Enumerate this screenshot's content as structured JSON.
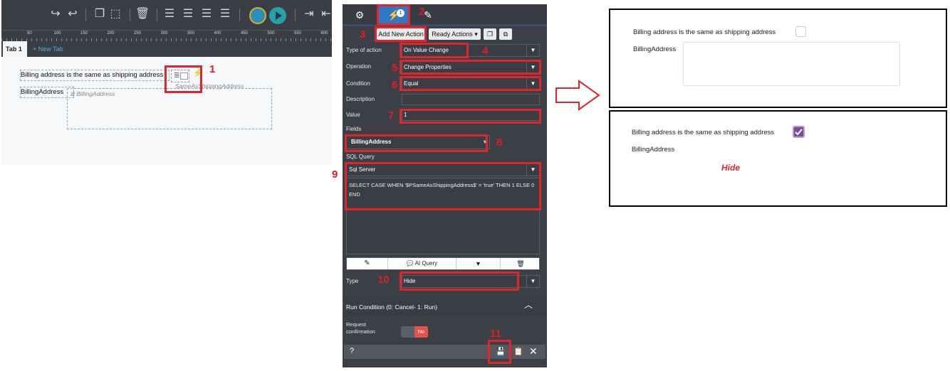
{
  "designer": {
    "ruler_ticks": [
      "50",
      "100",
      "150",
      "200",
      "250",
      "300",
      "350",
      "400",
      "450",
      "500",
      "550",
      "600"
    ],
    "tab_active": "Tab 1",
    "new_tab": "+ New Tab",
    "checkbox_label": "Billing address is the same as shipping address",
    "checkbox_field_name": "SameAsShippingAddress",
    "billing_label": "BillingAddress",
    "billing_field_name": "BillingAddress"
  },
  "panel": {
    "add_action": "Add New Action",
    "ready_actions": "Ready Actions ▾",
    "badge": "1",
    "type_of_action_label": "Type of action",
    "type_of_action_value": "On Value Change",
    "operation_label": "Operation",
    "operation_value": "Change Properties",
    "condition_label": "Condition",
    "condition_value": "Equal",
    "description_label": "Description",
    "description_value": "",
    "value_label": "Value",
    "value_value": "1",
    "fields_label": "Fields",
    "fields_value": "BillingAddress",
    "sql_query_label": "SQL Query",
    "sql_engine": "Sql Server",
    "sql_text": "SELECT CASE WHEN '$PSameAsShippingAddress$' = 'true' THEN 1 ELSE 0 END",
    "ai_query": "AI Query",
    "type_label": "Type",
    "type_value": "Hide",
    "run_condition": "Run Condition (0: Cancel- 1: Run)",
    "request_confirmation": "Request confirmation",
    "toggle_value": "No",
    "help": "?"
  },
  "annotations": [
    "1",
    "2",
    "3",
    "4",
    "5",
    "6",
    "7",
    "8",
    "9",
    "10",
    "11"
  ],
  "preview_before": {
    "checkbox_label": "Billing address is the same as shipping address",
    "billing_label": "BillingAddress"
  },
  "preview_after": {
    "checkbox_label": "Billing address is the same as shipping address",
    "billing_label": "BillingAddress",
    "result": "Hide"
  },
  "colors": {
    "annotation_red": "#e0262d",
    "checkbox_checked": "#7a4b9c",
    "panel_bg": "#3c3f46",
    "toggle_no": "#e5534b"
  }
}
